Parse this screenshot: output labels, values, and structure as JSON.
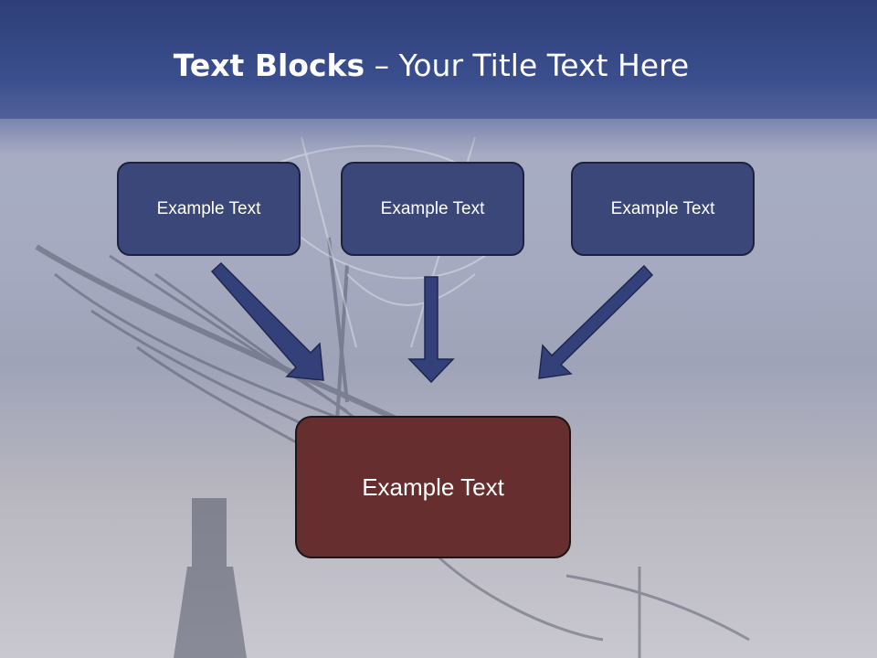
{
  "title": {
    "bold": "Text Blocks",
    "rest": " – Your Title Text Here"
  },
  "blocks": [
    {
      "label": "Example Text"
    },
    {
      "label": "Example Text"
    },
    {
      "label": "Example Text"
    }
  ],
  "center": {
    "label": "Example Text"
  },
  "colors": {
    "header": "#3b4f8f",
    "block_fill": "#3a4778",
    "center_fill": "#662e2e",
    "arrow": "#34407a"
  }
}
